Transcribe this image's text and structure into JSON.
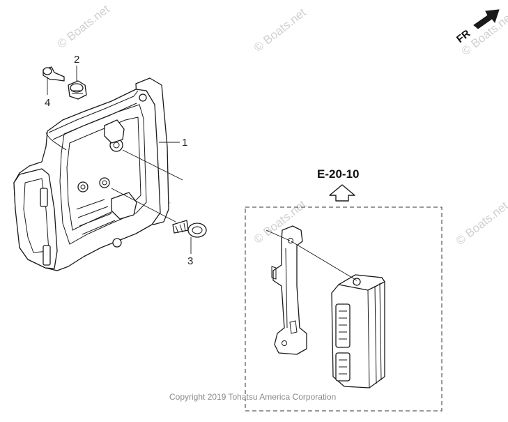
{
  "diagram": {
    "callouts": [
      {
        "id": "1",
        "text": "1"
      },
      {
        "id": "2",
        "text": "2"
      },
      {
        "id": "3",
        "text": "3"
      },
      {
        "id": "4",
        "text": "4"
      }
    ],
    "reference_label": "E-20-10",
    "orientation_label": "FR",
    "watermark_text": "© Boats.net",
    "copyright": "Copyright 2019 Tohatsu America Corporation"
  }
}
